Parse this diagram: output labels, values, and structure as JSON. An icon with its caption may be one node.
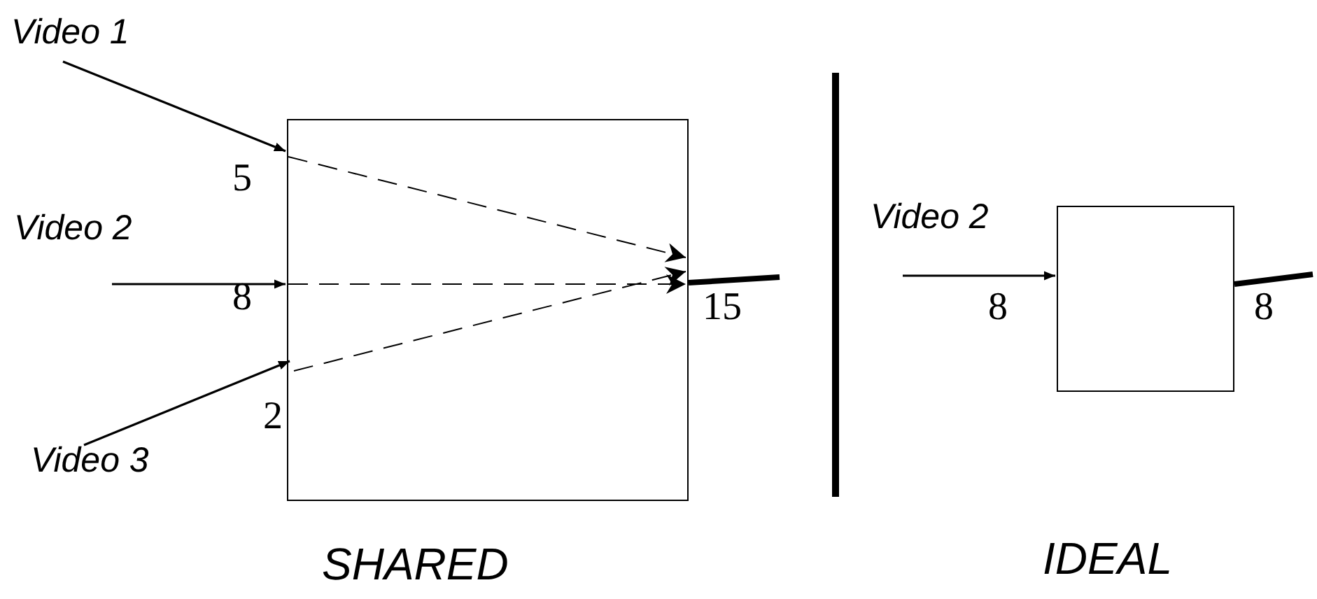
{
  "diagram": {
    "nodes": [
      {
        "text": [
          "Video 1"
        ]
      },
      {
        "text": [
          "Video 2"
        ]
      },
      {
        "text": [
          "Video 3"
        ]
      },
      {
        "text": [],
        "shape": "box"
      },
      {
        "text": [
          "Video 2"
        ]
      },
      {
        "text": [],
        "shape": "box"
      }
    ],
    "edges": [
      {
        "from": 0,
        "to": 3,
        "arrow": "to"
      },
      {
        "from": 1,
        "to": 3,
        "arrow": "to"
      },
      {
        "from": 2,
        "to": 3,
        "arrow": "to"
      },
      {
        "from": 3,
        "to": null,
        "arrow": "none",
        "style": "thick"
      },
      {
        "from": 4,
        "to": 5,
        "arrow": "to"
      },
      {
        "from": 5,
        "to": null,
        "arrow": "none",
        "style": "thick"
      }
    ],
    "labels": [
      "5",
      "8",
      "15",
      "2",
      "8",
      "8",
      "SHARED",
      "IDEAL"
    ]
  }
}
